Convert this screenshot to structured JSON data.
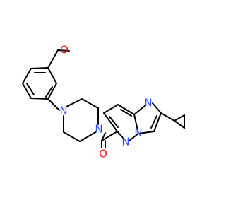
{
  "molecule": {
    "atoms": {
      "methoxy_o": {
        "label": "O"
      },
      "piperazine_n_top": {
        "label": "N"
      },
      "piperazine_n_bottom": {
        "label": "N"
      },
      "carbonyl_o": {
        "label": "O"
      },
      "imidazole_n": {
        "label": "N"
      },
      "bridgehead_n": {
        "label": "N"
      },
      "pyridazine_n": {
        "label": "N"
      }
    },
    "colors": {
      "bond": "#000000",
      "oxygen": "#ff0d0d",
      "nitrogen": "#3050f8"
    }
  }
}
